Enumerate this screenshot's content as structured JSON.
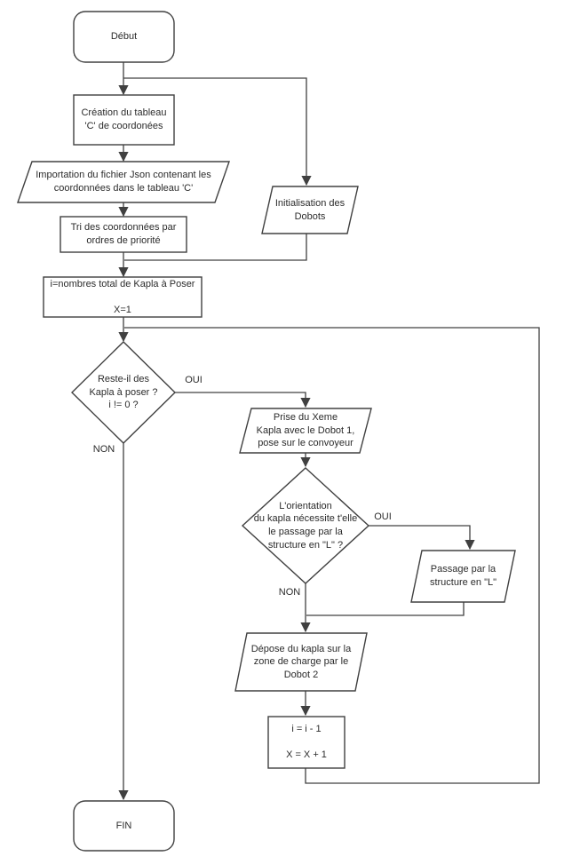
{
  "diagram": {
    "type": "flowchart",
    "language": "fr",
    "colors": {
      "stroke": "#404040",
      "text": "#2b2b2b",
      "node_fill": "#ffffff",
      "canvas": "#ffffff"
    },
    "nodes": {
      "debut": {
        "shape": "rounded",
        "label": "Début"
      },
      "creation": {
        "shape": "rectangle",
        "label": "Création du tableau\n'C' de coordonées"
      },
      "importation": {
        "shape": "parallelogram",
        "label": "Importation du fichier Json contenant les\ncoordonnées dans le tableau 'C'"
      },
      "tri": {
        "shape": "rectangle",
        "label": "Tri des coordonnées par\nordres de priorité"
      },
      "init_dobots": {
        "shape": "parallelogram",
        "label": "Initialisation des\nDobots"
      },
      "compteur": {
        "shape": "rectangle",
        "label": "i=nombres total de Kapla à Poser\n\nX=1"
      },
      "decision_reste": {
        "shape": "diamond",
        "label": "Reste-il des\nKapla à poser ?\ni != 0 ?"
      },
      "prise": {
        "shape": "parallelogram",
        "label": "Prise du Xeme\nKapla avec le Dobot 1,\npose sur le convoyeur"
      },
      "decision_orientation": {
        "shape": "diamond",
        "label": "L'orientation\ndu kapla nécessite t'elle\nle passage par la\nstructure en \"L\" ?"
      },
      "passage": {
        "shape": "parallelogram",
        "label": "Passage par la\nstructure en \"L\""
      },
      "depose": {
        "shape": "parallelogram",
        "label": "Dépose du kapla sur la\nzone de charge par le\nDobot 2"
      },
      "increment": {
        "shape": "rectangle",
        "label": "i = i - 1\n\nX = X + 1"
      },
      "fin": {
        "shape": "rounded",
        "label": "FIN"
      }
    },
    "edge_labels": {
      "oui1": "OUI",
      "non1": "NON",
      "oui2": "OUI",
      "non2": "NON"
    }
  }
}
